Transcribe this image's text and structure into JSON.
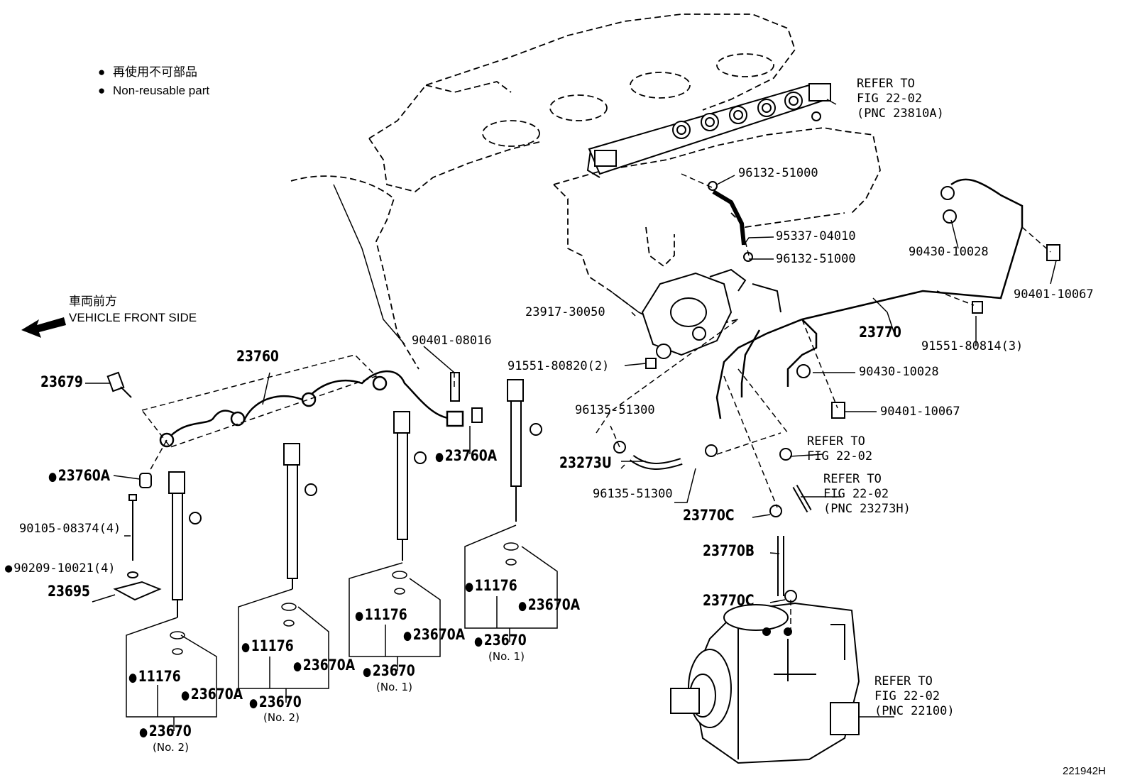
{
  "legend": {
    "jp": "再使用不可部品",
    "en": "Non-reusable part",
    "bullet": "●"
  },
  "direction": {
    "jp": "車両前方",
    "en": "VEHICLE FRONT SIDE"
  },
  "figure_code": "221942H",
  "labels": {
    "l23760": "23760",
    "l23679": "23679",
    "l23760a_left": "23760A",
    "l23760a_mid": "23760A",
    "l90105": "90105-08374(4)",
    "l90209": "90209-10021(4)",
    "l23695": "23695",
    "l90401_08016": "90401-08016",
    "l91551_80820": "91551-80820(2)",
    "l96135_a": "96135-51300",
    "l23273u": "23273U",
    "l96135_b": "96135-51300",
    "l23917": "23917-30050",
    "l96132_a": "96132-51000",
    "l95337": "95337-04010",
    "l96132_b": "96132-51000",
    "l90430_a": "90430-10028",
    "l90401_10067_a": "90401-10067",
    "l23770": "23770",
    "l91551_80814": "91551-80814(3)",
    "l90430_b": "90430-10028",
    "l90401_10067_b": "90401-10067",
    "l23770c_a": "23770C",
    "l23770b": "23770B",
    "l23770c_b": "23770C",
    "inj1_11176": "11176",
    "inj1_23670a": "23670A",
    "inj1_23670": "23670",
    "inj1_no": "(No. 1)",
    "inj2_11176": "11176",
    "inj2_23670a": "23670A",
    "inj2_23670": "23670",
    "inj2_no": "(No. 1)",
    "inj3_11176": "11176",
    "inj3_23670a": "23670A",
    "inj3_23670": "23670",
    "inj3_no": "(No. 2)",
    "inj4_11176": "11176",
    "inj4_23670a": "23670A",
    "inj4_23670": "23670",
    "inj4_no": "(No. 2)"
  },
  "refs": {
    "rail": [
      "REFER TO",
      "FIG 22-02",
      "(PNC 23810A)"
    ],
    "clamp": [
      "REFER TO",
      "FIG 22-02"
    ],
    "hose": [
      "REFER TO",
      "FIG 22-02",
      "(PNC 23273H)"
    ],
    "pump": [
      "REFER TO",
      "FIG 22-02",
      "(PNC 22100)"
    ]
  },
  "icons": [
    "arrow-left-icon",
    "bullet-dot-icon"
  ]
}
